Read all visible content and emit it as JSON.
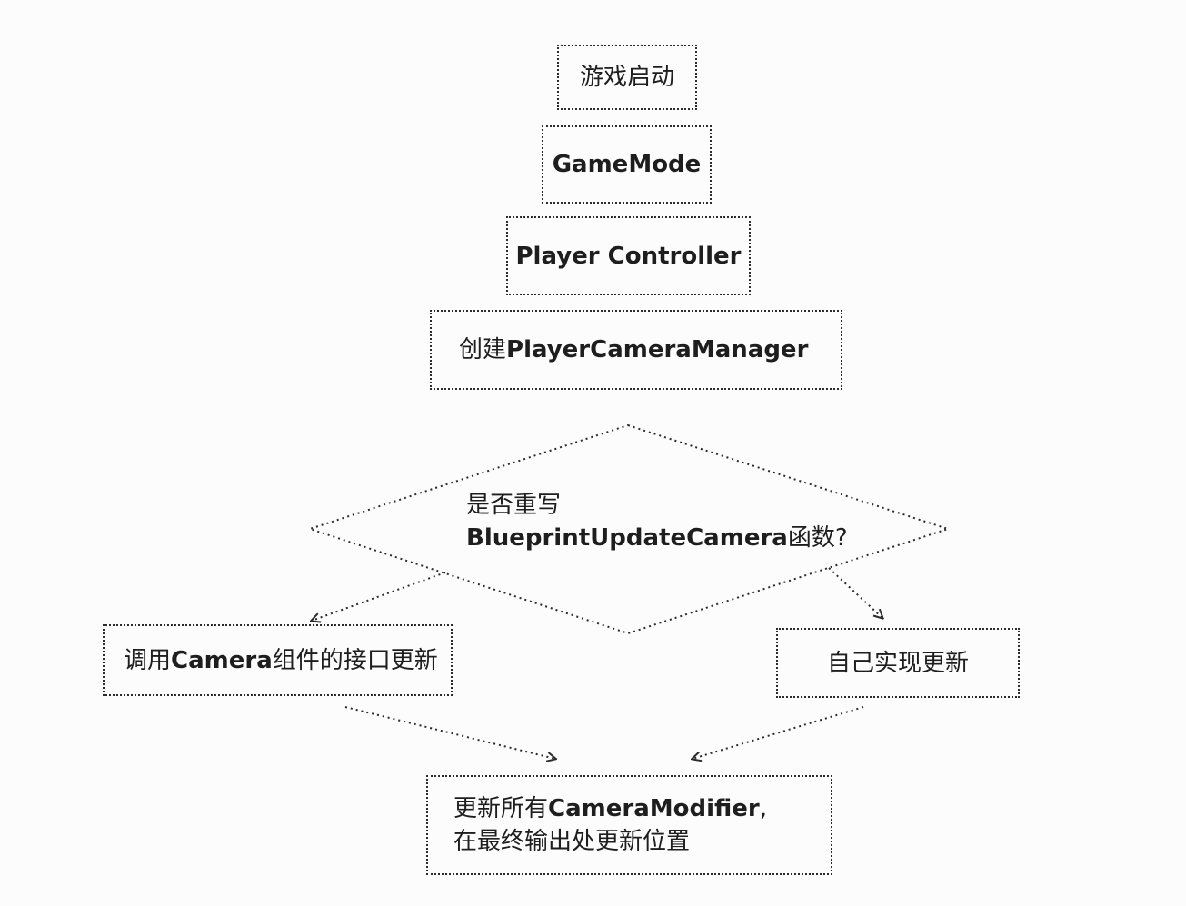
{
  "diagram": {
    "nodes": {
      "start": {
        "text": "游戏启动"
      },
      "gamemode": {
        "text": "GameMode"
      },
      "player_controller": {
        "text": "Player Controller"
      },
      "create_pcm": {
        "prefix": "创建",
        "bold": "PlayerCameraManager"
      },
      "decision": {
        "line1": "是否重写",
        "bold": "BlueprintUpdateCamera",
        "suffix": "函数?"
      },
      "camera_component": {
        "prefix": "调用",
        "bold": "Camera",
        "suffix": "组件的接口更新"
      },
      "self_impl": {
        "text": "自己实现更新"
      },
      "final": {
        "line1_prefix": "更新所有",
        "line1_bold": "CameraModifier",
        "line1_suffix": ",",
        "line2": "在最终输出处更新位置"
      }
    },
    "edges": [
      {
        "from": "decision",
        "to": "camera_component"
      },
      {
        "from": "decision",
        "to": "self_impl"
      },
      {
        "from": "camera_component",
        "to": "final"
      },
      {
        "from": "self_impl",
        "to": "final"
      }
    ],
    "style": {
      "stroke": "#2b2b2b",
      "background": "#fcfcfd"
    }
  }
}
